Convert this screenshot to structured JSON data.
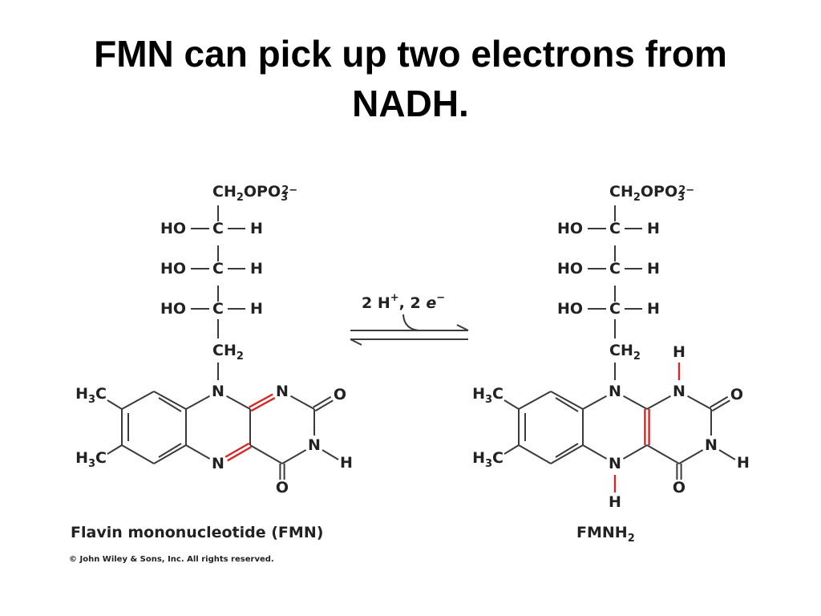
{
  "title": "FMN can pick up two electrons from NADH.",
  "colors": {
    "text": "#222222",
    "bond": "#3a3a3a",
    "highlight": "#d62828"
  },
  "ribityl": {
    "phosphate_group": "CH2OPO32−",
    "hydroxyl": "HO",
    "carbon": "C",
    "hydrogen": "H",
    "methylene": "CH2"
  },
  "isoalloxazine": {
    "methyl": "H3C",
    "nitrogen": "N",
    "oxygen": "O",
    "hydrogen": "H"
  },
  "reaction": {
    "reagent": "2 H+, 2 e−"
  },
  "molecules": {
    "oxidized": {
      "name": "Flavin mononucleotide (FMN)"
    },
    "reduced": {
      "name": "FMNH2"
    }
  },
  "copyright": "© John Wiley & Sons, Inc. All rights reserved."
}
